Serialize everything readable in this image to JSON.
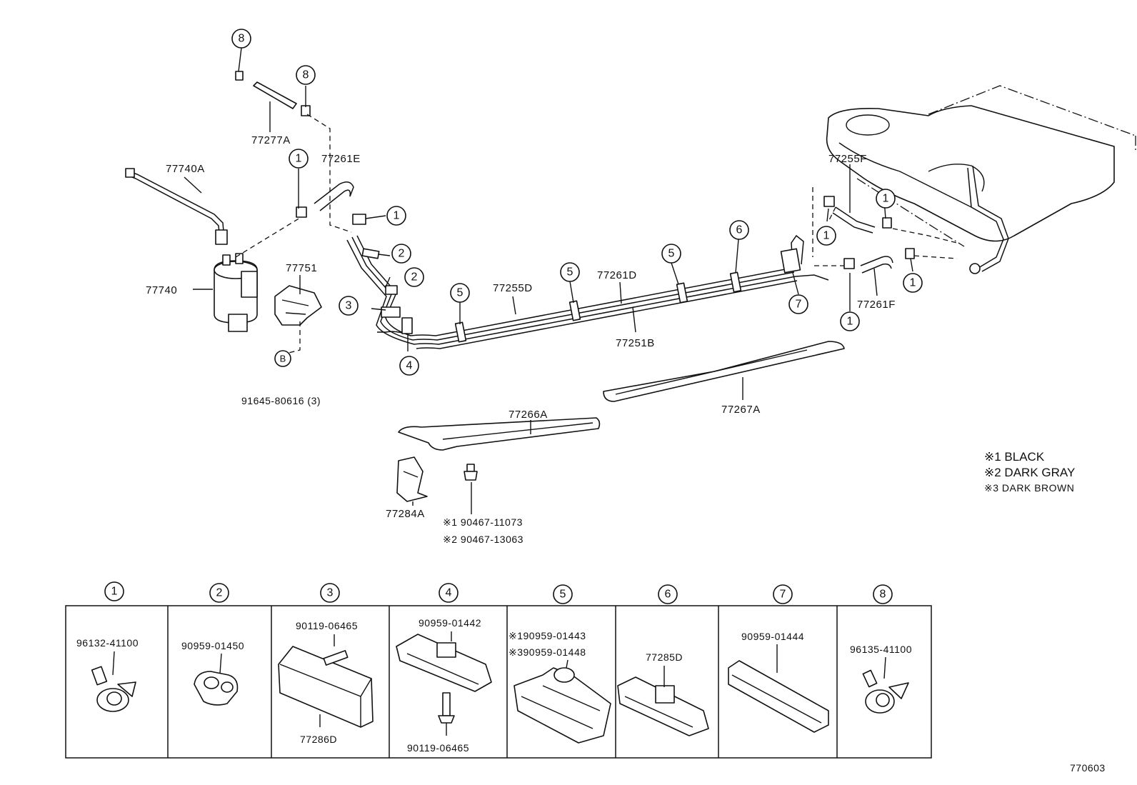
{
  "labels": {
    "p77277A": "77277A",
    "p77261E": "77261E",
    "p77740A": "77740A",
    "p77740": "77740",
    "p77751": "77751",
    "pB": "B",
    "p91645": "91645-80616 (3)",
    "p77255D": "77255D",
    "p77261D": "77261D",
    "p77251B": "77251B",
    "p77255F": "77255F",
    "p77261F": "77261F",
    "p77266A": "77266A",
    "p77267A": "77267A",
    "p77284A": "77284A",
    "bolt1": "※1 90467-11073",
    "bolt2": "※2 90467-13063",
    "note1": "※1 BLACK",
    "note2": "※2 DARK  GRAY",
    "note3": "※3 DARK  BROWN",
    "figure_code": "770603"
  },
  "callouts": {
    "c1": "1",
    "c2": "2",
    "c3": "3",
    "c4": "4",
    "c5": "5",
    "c6": "6",
    "c7": "7",
    "c8": "8"
  },
  "legend": [
    {
      "num": "1",
      "parts": [
        "96132-41100"
      ]
    },
    {
      "num": "2",
      "parts": [
        "90959-01450"
      ]
    },
    {
      "num": "3",
      "parts": [
        "90119-06465",
        "77286D"
      ]
    },
    {
      "num": "4",
      "parts": [
        "90959-01442",
        "90119-06465"
      ]
    },
    {
      "num": "5",
      "parts": [
        "※190959-01443",
        "※390959-01448"
      ]
    },
    {
      "num": "6",
      "parts": [
        "77285D"
      ]
    },
    {
      "num": "7",
      "parts": [
        "90959-01444"
      ]
    },
    {
      "num": "8",
      "parts": [
        "96135-41100"
      ]
    }
  ]
}
